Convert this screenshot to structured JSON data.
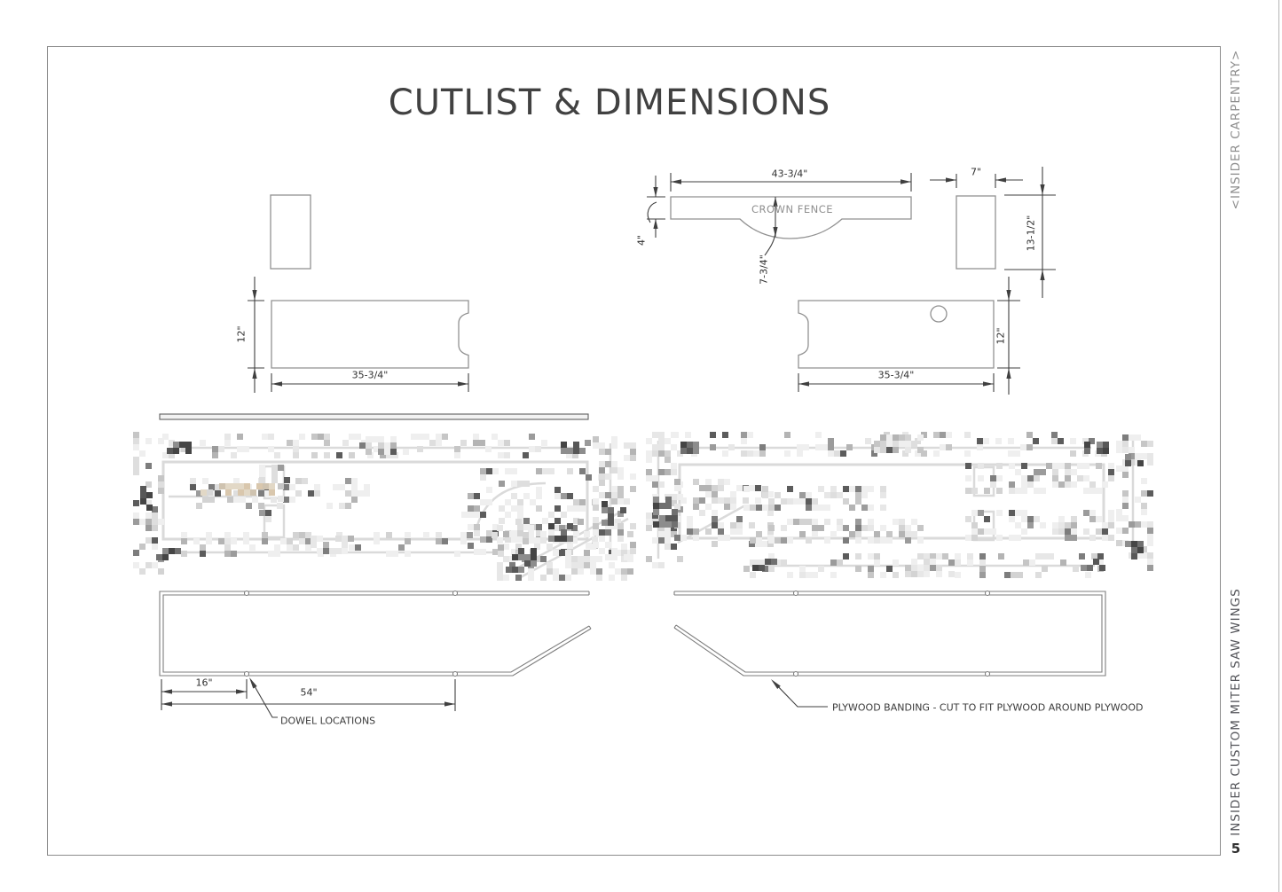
{
  "page": {
    "title": "CUTLIST & DIMENSIONS",
    "number": "5"
  },
  "sidebar": {
    "top_text": "<INSIDER CARPENTRY>",
    "bottom_text": "INSIDER CUSTOM MITER SAW WINGS"
  },
  "drawings": {
    "crown_fence": {
      "label": "CROWN FENCE",
      "width_dim": "43-3/4\"",
      "height_dim": "4\"",
      "scoop_dim": "7-3/4\""
    },
    "side_panel": {
      "width_dim": "7\"",
      "height_dim": "13-1/2\""
    },
    "left_wing_panel": {
      "height_dim": "12\"",
      "width_dim": "35-3/4\""
    },
    "right_wing_panel": {
      "height_dim": "12\"",
      "width_dim": "35-3/4\""
    },
    "left_banding": {
      "dowel_offset_dim": "16\"",
      "dowel_span_dim": "54\"",
      "label": "DOWEL LOCATIONS"
    },
    "right_banding": {
      "label": "PLYWOOD BANDING - CUT TO FIT PLYWOOD AROUND PLYWOOD"
    }
  },
  "colors": {
    "shape_outline": "#919191",
    "dimension": "#3f3f3f",
    "title_text": "#414141",
    "muted_text": "#8f8f8f"
  }
}
